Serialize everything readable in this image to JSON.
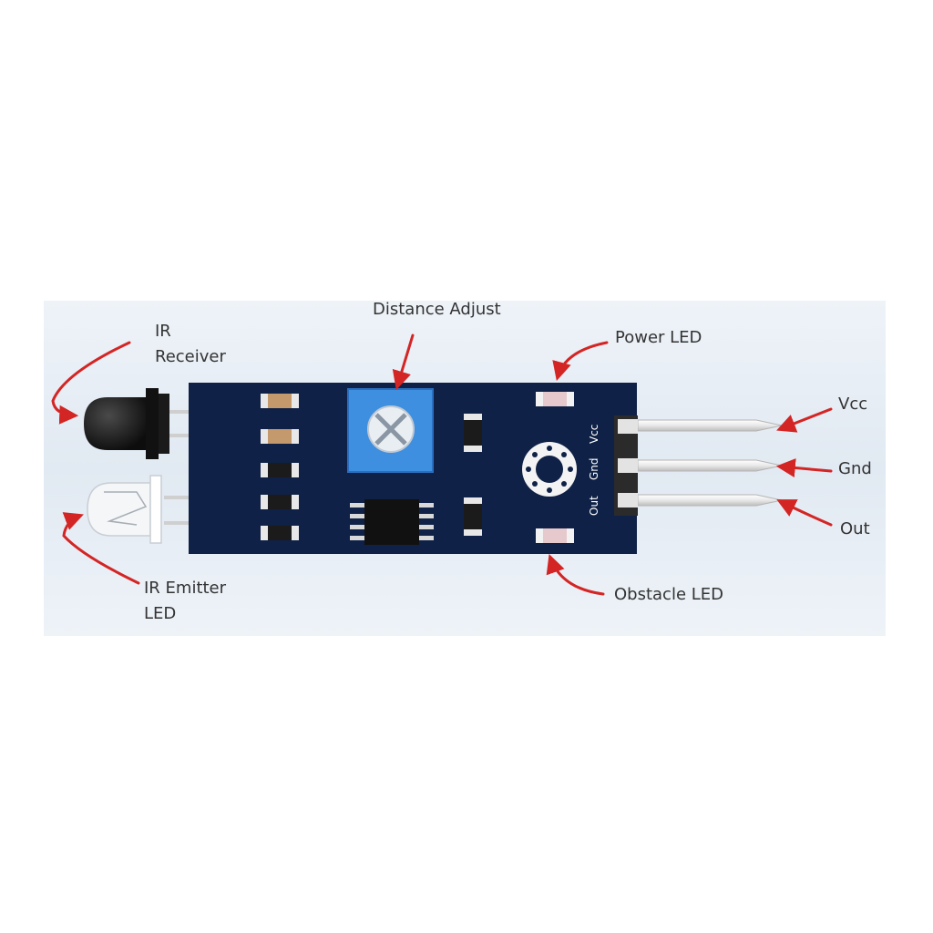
{
  "diagram": {
    "labels": {
      "distance_adjust": "Distance Adjust",
      "ir_receiver": "IR\nReceiver",
      "power_led": "Power LED",
      "vcc": "Vcc",
      "gnd": "Gnd",
      "out": "Out",
      "ir_emitter": "IR Emitter\nLED",
      "obstacle_led": "Obstacle LED"
    },
    "pin_labels": [
      "Vcc",
      "Gnd",
      "Out"
    ],
    "colors": {
      "pcb": "#0f2146",
      "arrow": "#d42525",
      "background_band": "#e3ebf4",
      "potentiometer": "#3f8fe0",
      "text": "#333333"
    }
  }
}
